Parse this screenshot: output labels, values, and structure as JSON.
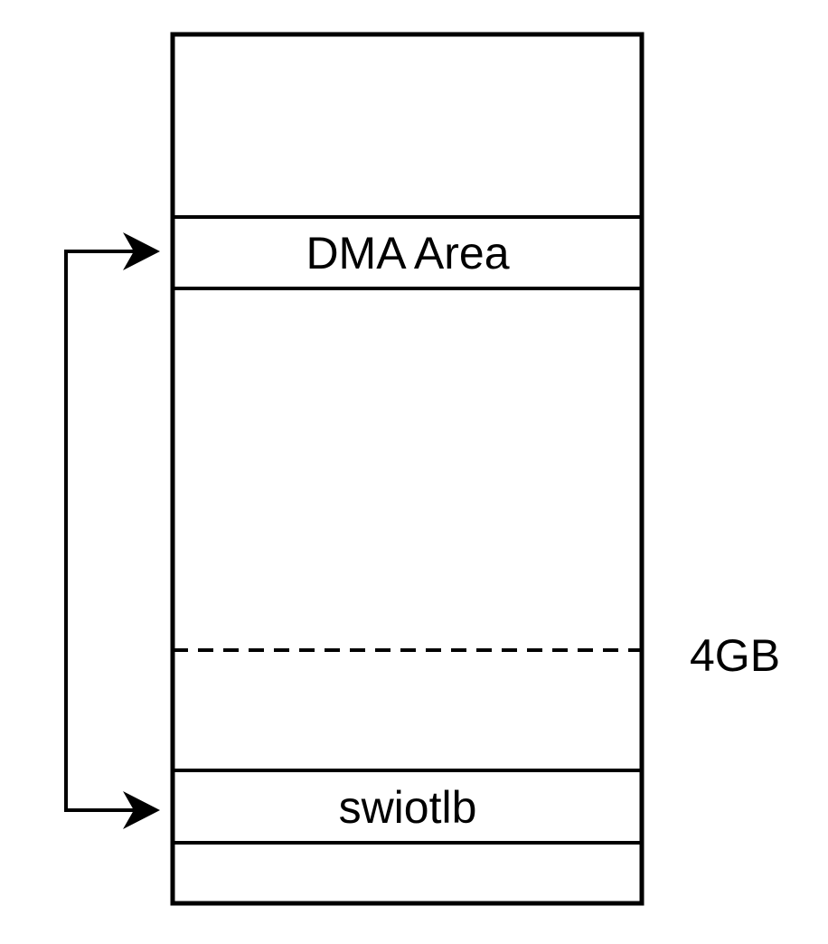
{
  "diagram": {
    "colors": {
      "line": "#000000",
      "background": "#ffffff"
    },
    "memory_box": {
      "sections": [
        {
          "id": "top-region",
          "label": ""
        },
        {
          "id": "dma-area",
          "label": "DMA Area"
        },
        {
          "id": "middle-region",
          "label": ""
        },
        {
          "id": "swiotlb",
          "label": "swiotlb"
        },
        {
          "id": "bottom-region",
          "label": ""
        }
      ]
    },
    "boundary": {
      "label": "4GB",
      "style": "dashed"
    }
  }
}
